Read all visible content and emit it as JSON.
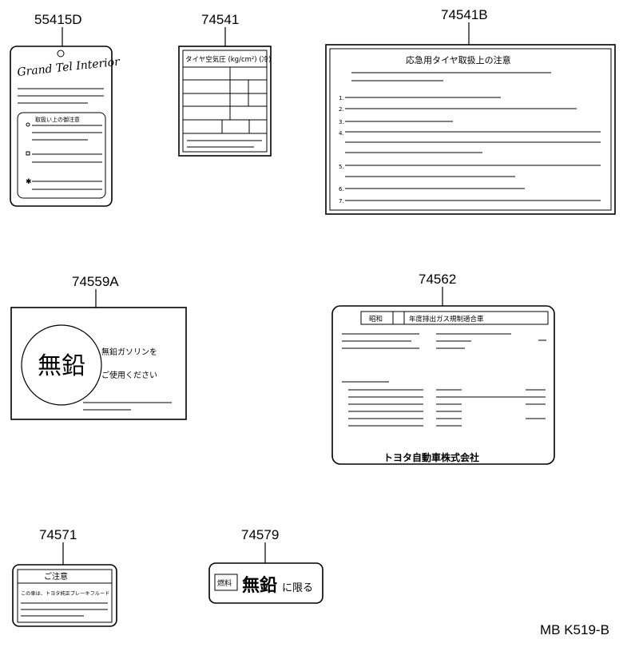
{
  "part_numbers": {
    "p55415D": "55415D",
    "p74541": "74541",
    "p74541B": "74541B",
    "p74559A": "74559A",
    "p74562": "74562",
    "p74571": "74571",
    "p74579": "74579"
  },
  "labels": {
    "tag_brand": "Grand Tel Interior",
    "tag_section_title": "取扱い上の御注意",
    "tire_pressure_title": "タイヤ空気圧 (kg/cm²) (冷)",
    "spare_tire_title": "応急用タイヤ取扱上の注意",
    "spare_tire_items": [
      "1.",
      "2.",
      "3.",
      "4.",
      "5.",
      "6.",
      "7."
    ],
    "unleaded_kanji": "無鉛",
    "unleaded_line1": "無鉛ガソリンを",
    "unleaded_line2": "ご使用ください",
    "emission_era": "昭和",
    "emission_title": "年度排出ガス規制適合車",
    "emission_maker": "トヨタ自動車株式会社",
    "brake_title": "ご注意",
    "brake_text": "この車は、トヨタ純正ブレーキフルード",
    "fuel_small": "燃料",
    "fuel_kanji": "無鉛",
    "fuel_suffix": "に限る"
  },
  "diagram_code": "MB K519-B"
}
